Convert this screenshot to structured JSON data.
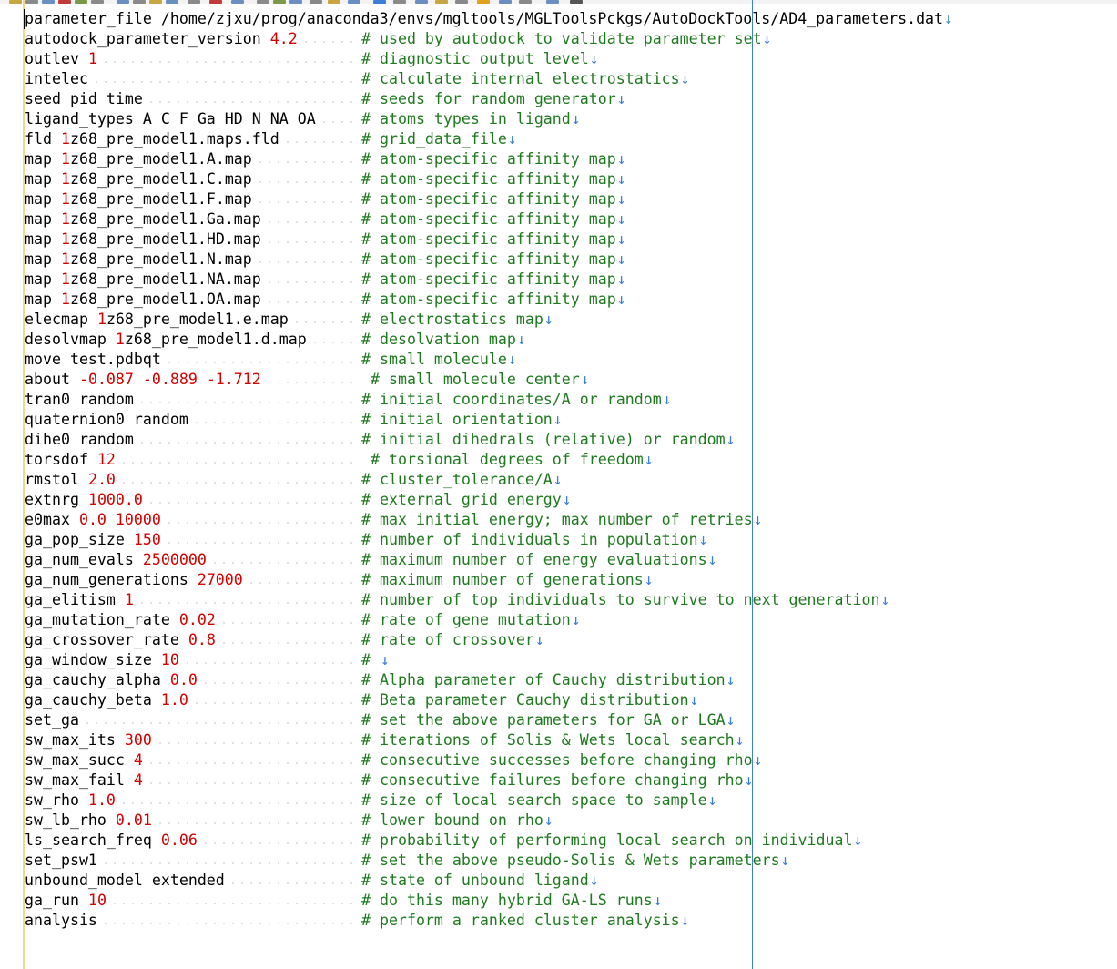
{
  "colors": {
    "keyword": "#000000",
    "number": "#d40000",
    "comment": "#1f7a1f",
    "eol_marker": "#3c7fd6",
    "edge_marker": "#3c7fd6",
    "dots": "#b8b8b8"
  },
  "editor": {
    "eol_glyph": "↓",
    "lines": [
      {
        "kw": "parameter_file",
        "val": "/home/zjxu/prog/anaconda3/envs/mgltools/MGLToolsPckgs/AutoDockTools/AD4_parameters.dat",
        "val_type": "text",
        "cmt": ""
      },
      {
        "kw": "autodock_parameter_version",
        "val": "4.2",
        "val_type": "num",
        "cmt": "# used by autodock to validate parameter set"
      },
      {
        "kw": "outlev",
        "val": "1",
        "val_type": "num",
        "cmt": "# diagnostic output level"
      },
      {
        "kw": "intelec",
        "val": "",
        "val_type": "text",
        "cmt": "# calculate internal electrostatics"
      },
      {
        "kw": "seed pid time",
        "val": "",
        "val_type": "text",
        "cmt": "# seeds for random generator"
      },
      {
        "kw": "ligand_types A C F Ga HD N NA OA",
        "val": "",
        "val_type": "text",
        "cmt": "# atoms types in ligand"
      },
      {
        "kw": "fld",
        "val": "1z68_pre_model1.maps.fld",
        "val_type": "mixed",
        "cmt": "# grid_data_file"
      },
      {
        "kw": "map",
        "val": "1z68_pre_model1.A.map",
        "val_type": "mixed",
        "cmt": "# atom-specific affinity map"
      },
      {
        "kw": "map",
        "val": "1z68_pre_model1.C.map",
        "val_type": "mixed",
        "cmt": "# atom-specific affinity map"
      },
      {
        "kw": "map",
        "val": "1z68_pre_model1.F.map",
        "val_type": "mixed",
        "cmt": "# atom-specific affinity map"
      },
      {
        "kw": "map",
        "val": "1z68_pre_model1.Ga.map",
        "val_type": "mixed",
        "cmt": "# atom-specific affinity map"
      },
      {
        "kw": "map",
        "val": "1z68_pre_model1.HD.map",
        "val_type": "mixed",
        "cmt": "# atom-specific affinity map"
      },
      {
        "kw": "map",
        "val": "1z68_pre_model1.N.map",
        "val_type": "mixed",
        "cmt": "# atom-specific affinity map"
      },
      {
        "kw": "map",
        "val": "1z68_pre_model1.NA.map",
        "val_type": "mixed",
        "cmt": "# atom-specific affinity map"
      },
      {
        "kw": "map",
        "val": "1z68_pre_model1.OA.map",
        "val_type": "mixed",
        "cmt": "# atom-specific affinity map"
      },
      {
        "kw": "elecmap",
        "val": "1z68_pre_model1.e.map",
        "val_type": "mixed",
        "cmt": "# electrostatics map"
      },
      {
        "kw": "desolvmap",
        "val": "1z68_pre_model1.d.map",
        "val_type": "mixed",
        "cmt": "# desolvation map"
      },
      {
        "kw": "move test.pdbqt",
        "val": "",
        "val_type": "text",
        "cmt": "# small molecule"
      },
      {
        "kw": "about",
        "val": "-0.087 -0.889 -1.712",
        "val_type": "num",
        "cmt": " # small molecule center"
      },
      {
        "kw": "tran0 random",
        "val": "",
        "val_type": "text",
        "cmt": "# initial coordinates/A or random"
      },
      {
        "kw": "quaternion0 random",
        "val": "",
        "val_type": "text",
        "cmt": "# initial orientation"
      },
      {
        "kw": "dihe0 random",
        "val": "",
        "val_type": "text",
        "cmt": "# initial dihedrals (relative) or random"
      },
      {
        "kw": "torsdof",
        "val": "12",
        "val_type": "num",
        "cmt": " # torsional degrees of freedom"
      },
      {
        "kw": "rmstol",
        "val": "2.0",
        "val_type": "num",
        "cmt": "# cluster_tolerance/A"
      },
      {
        "kw": "extnrg",
        "val": "1000.0",
        "val_type": "num",
        "cmt": "# external grid energy"
      },
      {
        "kw": "e0max",
        "val": "0.0 10000",
        "val_type": "num",
        "cmt": "# max initial energy; max number of retries"
      },
      {
        "kw": "ga_pop_size",
        "val": "150",
        "val_type": "num",
        "cmt": "# number of individuals in population"
      },
      {
        "kw": "ga_num_evals",
        "val": "2500000",
        "val_type": "num",
        "cmt": "# maximum number of energy evaluations"
      },
      {
        "kw": "ga_num_generations",
        "val": "27000",
        "val_type": "num",
        "cmt": "# maximum number of generations"
      },
      {
        "kw": "ga_elitism",
        "val": "1",
        "val_type": "num",
        "cmt": "# number of top individuals to survive to next generation"
      },
      {
        "kw": "ga_mutation_rate",
        "val": "0.02",
        "val_type": "num",
        "cmt": "# rate of gene mutation"
      },
      {
        "kw": "ga_crossover_rate",
        "val": "0.8",
        "val_type": "num",
        "cmt": "# rate of crossover"
      },
      {
        "kw": "ga_window_size",
        "val": "10",
        "val_type": "num",
        "cmt": "# "
      },
      {
        "kw": "ga_cauchy_alpha",
        "val": "0.0",
        "val_type": "num",
        "cmt": "# Alpha parameter of Cauchy distribution"
      },
      {
        "kw": "ga_cauchy_beta",
        "val": "1.0",
        "val_type": "num",
        "cmt": "# Beta parameter Cauchy distribution"
      },
      {
        "kw": "set_ga",
        "val": "",
        "val_type": "text",
        "cmt": "# set the above parameters for GA or LGA"
      },
      {
        "kw": "sw_max_its",
        "val": "300",
        "val_type": "num",
        "cmt": "# iterations of Solis & Wets local search"
      },
      {
        "kw": "sw_max_succ",
        "val": "4",
        "val_type": "num",
        "cmt": "# consecutive successes before changing rho"
      },
      {
        "kw": "sw_max_fail",
        "val": "4",
        "val_type": "num",
        "cmt": "# consecutive failures before changing rho"
      },
      {
        "kw": "sw_rho",
        "val": "1.0",
        "val_type": "num",
        "cmt": "# size of local search space to sample"
      },
      {
        "kw": "sw_lb_rho",
        "val": "0.01",
        "val_type": "num",
        "cmt": "# lower bound on rho"
      },
      {
        "kw": "ls_search_freq",
        "val": "0.06",
        "val_type": "num",
        "cmt": "# probability of performing local search on individual"
      },
      {
        "kw": "set_psw1",
        "val": "",
        "val_type": "text",
        "cmt": "# set the above pseudo-Solis & Wets parameters"
      },
      {
        "kw": "unbound_model extended",
        "val": "",
        "val_type": "text",
        "cmt": "# state of unbound ligand"
      },
      {
        "kw": "ga_run",
        "val": "10",
        "val_type": "num",
        "cmt": "# do this many hybrid GA-LS runs"
      },
      {
        "kw": "analysis",
        "val": "",
        "val_type": "text",
        "cmt": "# perform a ranked cluster analysis"
      }
    ]
  }
}
